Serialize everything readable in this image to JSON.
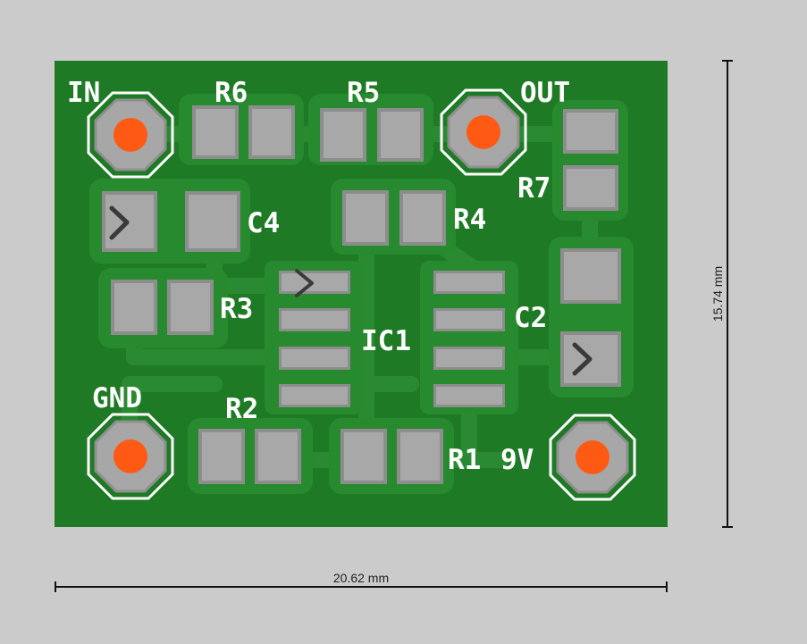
{
  "board": {
    "width_label": "20.62 mm",
    "height_label": "15.74 mm"
  },
  "pads": {
    "in_label": "IN",
    "out_label": "OUT",
    "gnd_label": "GND",
    "power_label": "9V"
  },
  "components": {
    "r1": "R1",
    "r2": "R2",
    "r3": "R3",
    "r4": "R4",
    "r5": "R5",
    "r6": "R6",
    "r7": "R7",
    "c2": "C2",
    "c4": "C4",
    "ic1": "IC1"
  },
  "colors": {
    "pcb": "#1f7a26",
    "trace": "#2b8a32",
    "copper_pad": "#a5a5a5",
    "drill": "#ff5a14",
    "silkscreen": "#ffffff"
  }
}
